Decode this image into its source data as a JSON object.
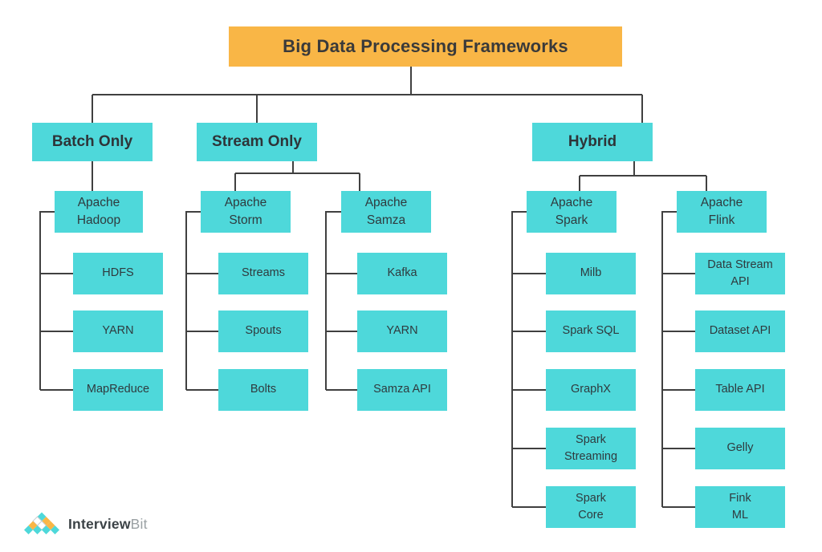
{
  "title": "Big Data Processing Frameworks",
  "tree": {
    "branches": [
      {
        "label": "Batch Only",
        "frameworks": [
          {
            "name": "Apache\nHadoop",
            "components": [
              "HDFS",
              "YARN",
              "MapReduce"
            ]
          }
        ]
      },
      {
        "label": "Stream Only",
        "frameworks": [
          {
            "name": "Apache\nStorm",
            "components": [
              "Streams",
              "Spouts",
              "Bolts"
            ]
          },
          {
            "name": "Apache\nSamza",
            "components": [
              "Kafka",
              "YARN",
              "Samza API"
            ]
          }
        ]
      },
      {
        "label": "Hybrid",
        "frameworks": [
          {
            "name": "Apache\nSpark",
            "components": [
              "Milb",
              "Spark SQL",
              "GraphX",
              "Spark\nStreaming",
              "Spark\nCore"
            ]
          },
          {
            "name": "Apache\nFlink",
            "components": [
              "Data Stream\nAPI",
              "Dataset API",
              "Table API",
              "Gelly",
              "Fink\nML"
            ]
          }
        ]
      }
    ]
  },
  "logo": {
    "brand_primary": "Interview",
    "brand_secondary": "Bit"
  },
  "colors": {
    "title_fill": "#f9b646",
    "node_fill": "#4ed8da",
    "connector": "#404040",
    "text_dark": "#2f3a3e",
    "logo_gray": "#9aa0a3"
  }
}
